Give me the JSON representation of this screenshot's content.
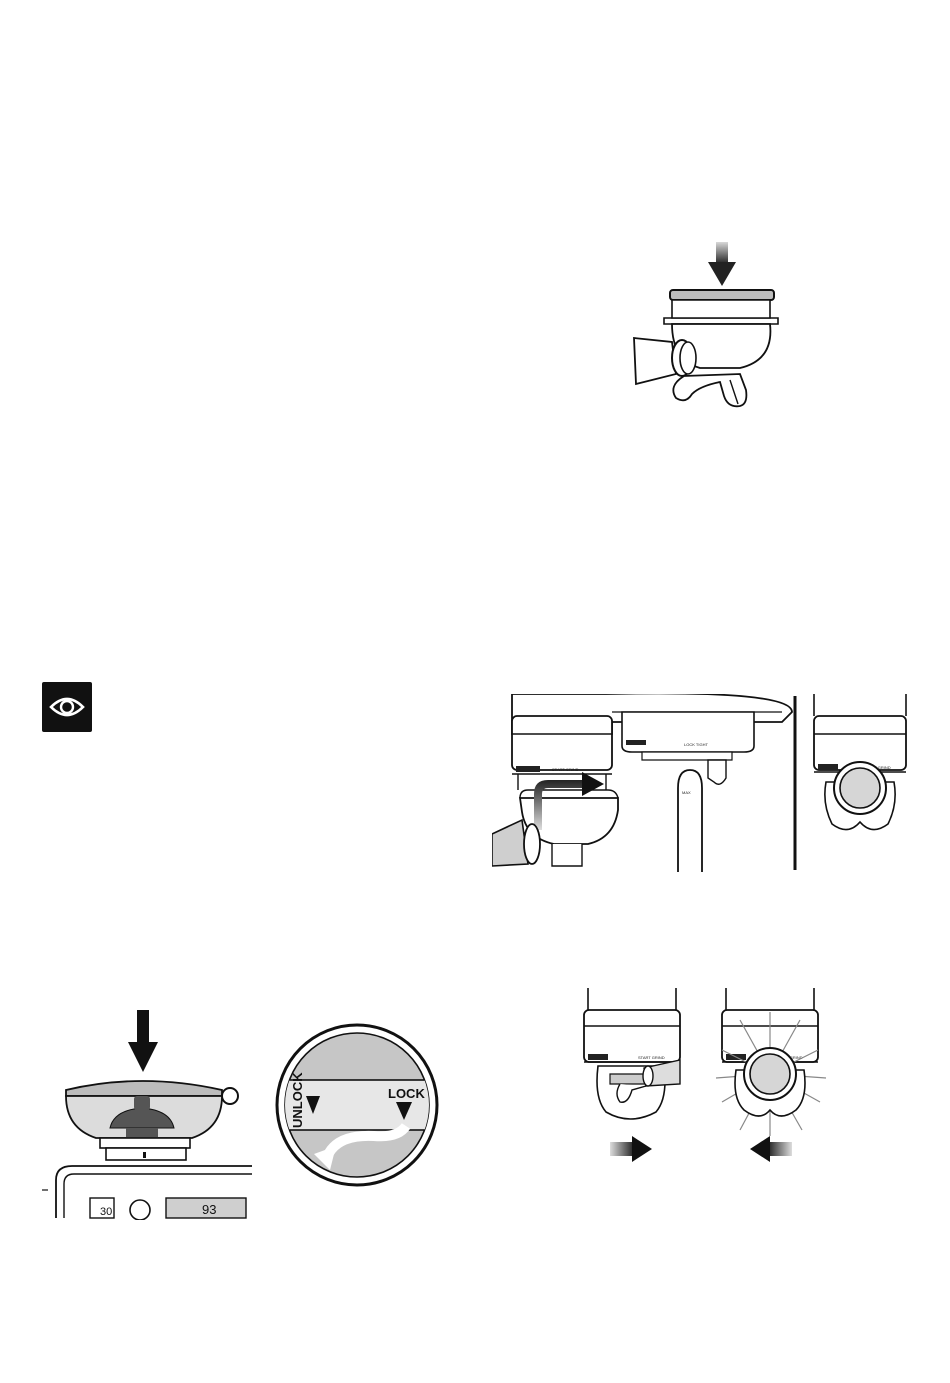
{
  "figures": {
    "filter_insert": {
      "name": "filter-basket-insert-illustration"
    },
    "grinder_cradle": {
      "start_grind_label": "START GRIND",
      "lock_tight_label": "LOCK TIGHT"
    },
    "hopper": {
      "display_left_value": "30",
      "display_right_value": "93"
    },
    "lock_dial": {
      "unlock_label": "UNLOCK",
      "lock_label": "LOCK"
    }
  },
  "icons": {
    "note": "eye-icon"
  },
  "colors": {
    "ink": "#111111",
    "gray_fill": "#b9b9b9",
    "light_fill": "#e4e4e4"
  }
}
